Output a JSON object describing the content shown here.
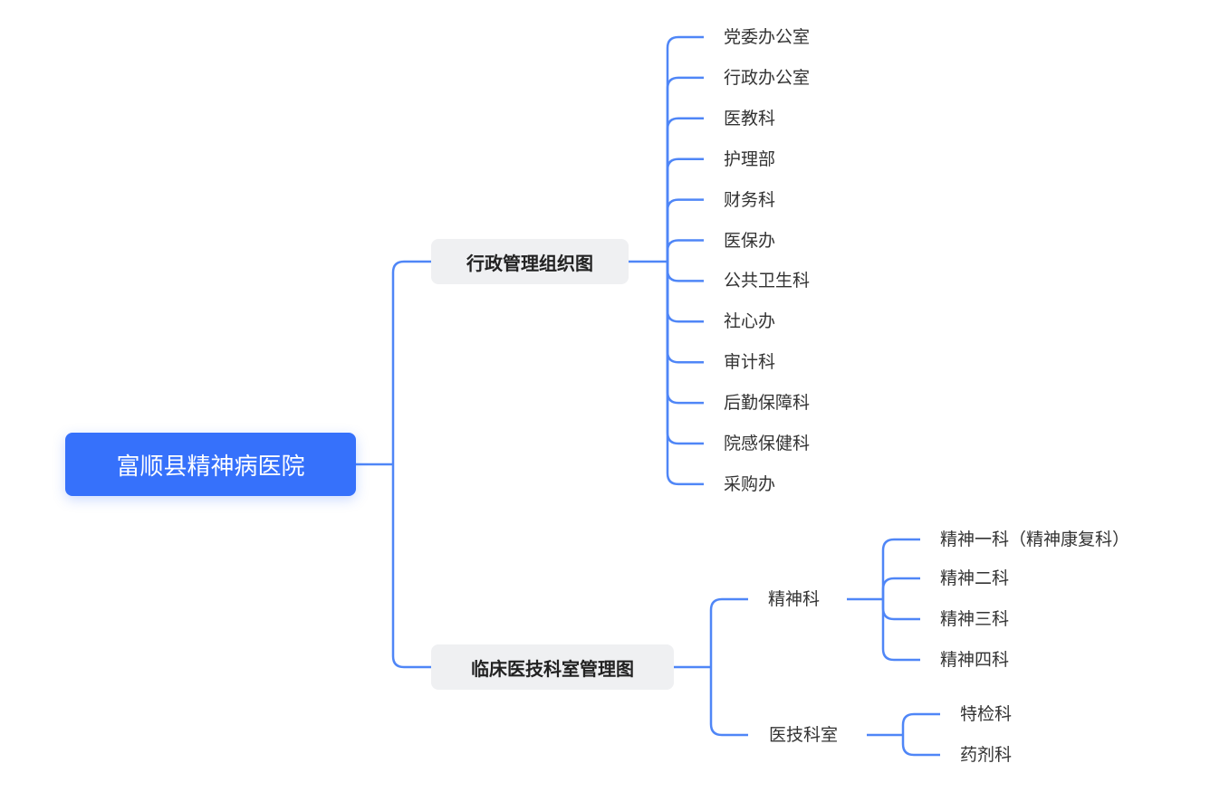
{
  "root": {
    "label": "富顺县精神病医院"
  },
  "branches": [
    {
      "label": "行政管理组织图",
      "children": [
        "党委办公室",
        "行政办公室",
        "医教科",
        "护理部",
        "财务科",
        "医保办",
        "公共卫生科",
        "社心办",
        "审计科",
        "后勤保障科",
        "院感保健科",
        "采购办"
      ]
    },
    {
      "label": "临床医技科室管理图",
      "children": [
        {
          "label": "精神科",
          "children": [
            "精神一科（精神康复科）",
            "精神二科",
            "精神三科",
            "精神四科"
          ]
        },
        {
          "label": "医技科室",
          "children": [
            "特检科",
            "药剂科"
          ]
        }
      ]
    }
  ],
  "colors": {
    "root": "#3671fb",
    "link": "#4f86f7",
    "branch_bg": "#eff0f2"
  }
}
